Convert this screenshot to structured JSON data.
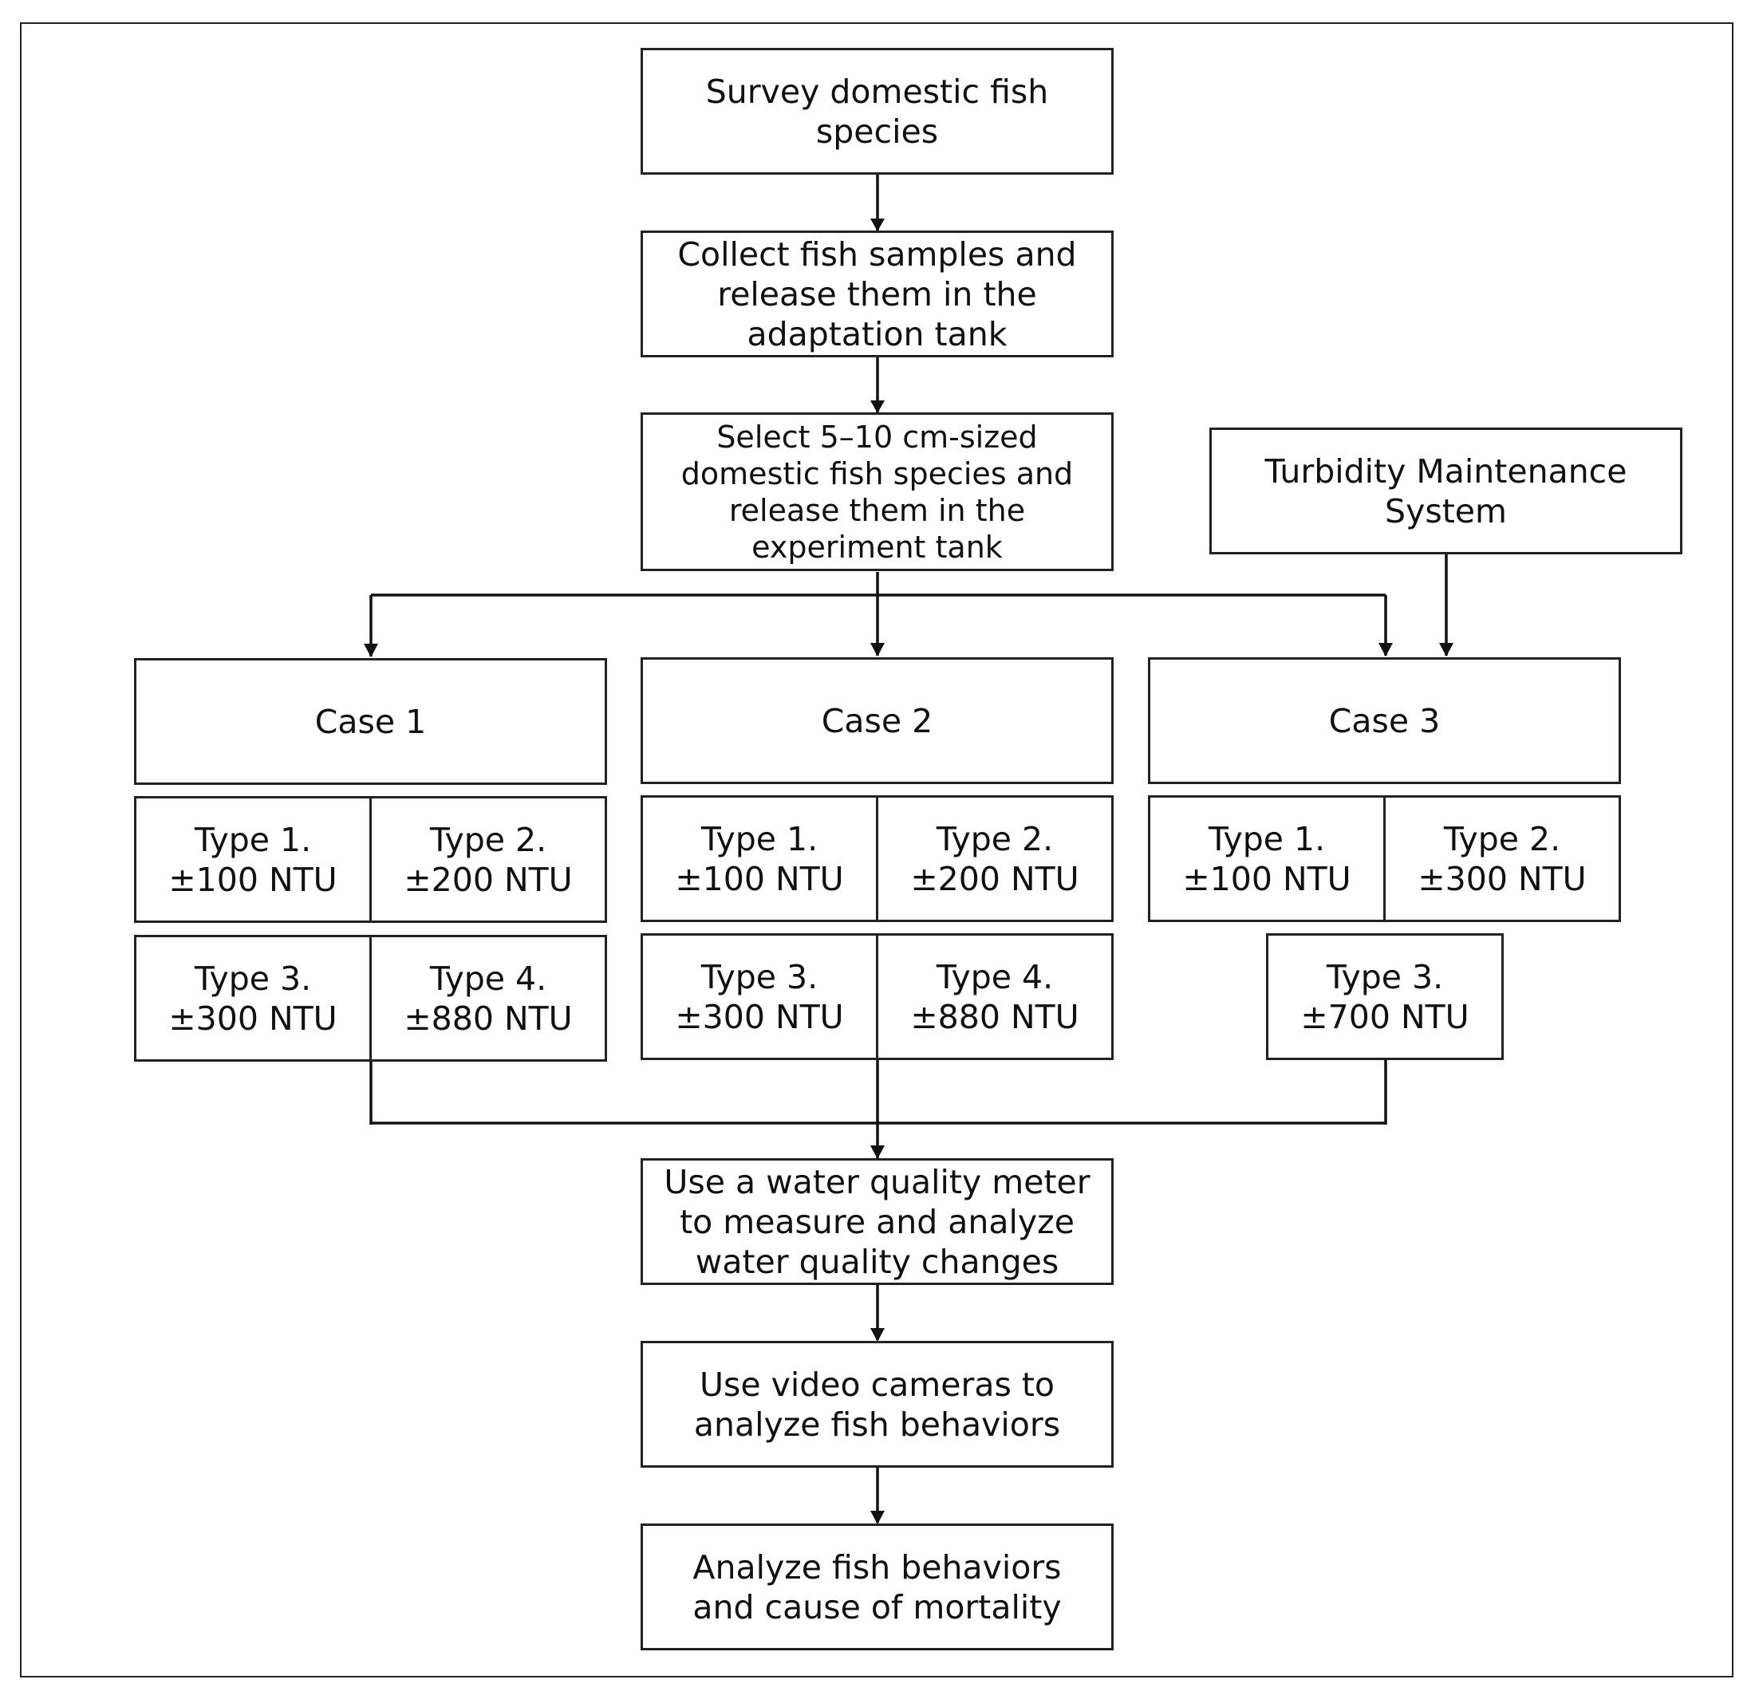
{
  "steps": {
    "survey": "Survey domestic fish\nspecies",
    "collect": "Collect fish samples and\nrelease them in the\nadaptation tank",
    "select": "Select 5–10 cm-sized\ndomestic fish species and\nrelease them in the\nexperiment tank",
    "turbidity": "Turbidity Maintenance\nSystem",
    "measure": "Use a water quality meter\nto measure and analyze\nwater quality changes",
    "video": "Use video cameras to\nanalyze fish behaviors",
    "analyze": "Analyze fish behaviors\nand cause of mortality"
  },
  "cases": [
    {
      "label": "Case 1",
      "types": [
        {
          "name": "Type 1.",
          "value": "±100 NTU"
        },
        {
          "name": "Type 2.",
          "value": "±200 NTU"
        },
        {
          "name": "Type 3.",
          "value": "±300 NTU"
        },
        {
          "name": "Type 4.",
          "value": "±880 NTU"
        }
      ]
    },
    {
      "label": "Case 2",
      "types": [
        {
          "name": "Type 1.",
          "value": "±100 NTU"
        },
        {
          "name": "Type 2.",
          "value": "±200 NTU"
        },
        {
          "name": "Type 3.",
          "value": "±300 NTU"
        },
        {
          "name": "Type 4.",
          "value": "±880 NTU"
        }
      ]
    },
    {
      "label": "Case 3",
      "types": [
        {
          "name": "Type 1.",
          "value": "±100 NTU"
        },
        {
          "name": "Type 2.",
          "value": "±300 NTU"
        },
        {
          "name": "Type 3.",
          "value": "±700 NTU"
        }
      ]
    }
  ]
}
